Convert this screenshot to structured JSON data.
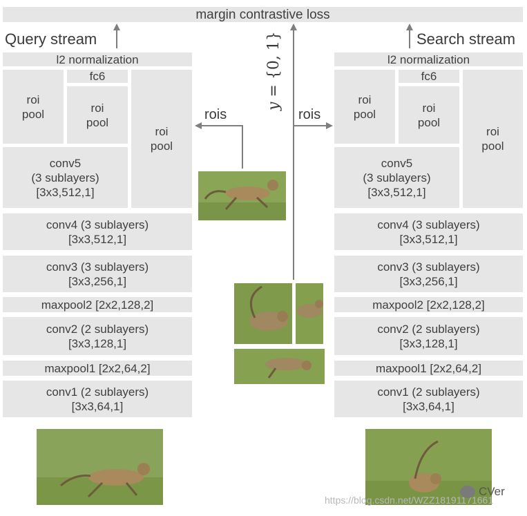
{
  "loss": "margin contrastive loss",
  "query_stream": "Query stream",
  "search_stream": "Search stream",
  "y_label_var": "y",
  "y_label_rest": " = {0, 1}",
  "rois": "rois",
  "layers": {
    "l2": "l2 normalization",
    "fc6": "fc6",
    "roi_pool": "roi\npool",
    "conv5": "conv5\n(3 sublayers)\n[3x3,512,1]",
    "conv4": "conv4 (3 sublayers)\n[3x3,512,1]",
    "conv3": "conv3 (3 sublayers)\n[3x3,256,1]",
    "maxpool2": "maxpool2 [2x2,128,2]",
    "conv2": "conv2 (2 sublayers)\n[3x3,128,1]",
    "maxpool1": "maxpool1 [2x2,64,2]",
    "conv1": "conv1 (2 sublayers)\n[3x3,64,1]"
  },
  "watermark": "https://blog.csdn.net/WZZ18191171661",
  "brand": "CVer",
  "colors": {
    "box": "#e6e6e6",
    "arrow": "#7f7f7f",
    "grass": "#7f9a4a"
  }
}
